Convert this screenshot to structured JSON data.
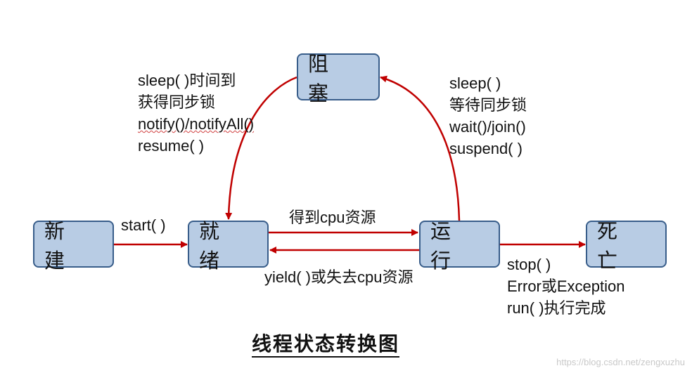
{
  "states": {
    "new": "新 建",
    "ready": "就 绪",
    "blocked": "阻 塞",
    "running": "运 行",
    "dead": "死 亡"
  },
  "transitions": {
    "new_to_ready": "start( )",
    "ready_to_running": "得到cpu资源",
    "running_to_ready": "yield( )或失去cpu资源",
    "running_to_blocked": [
      "sleep( )",
      "等待同步锁",
      "wait()/join()",
      "suspend( )"
    ],
    "blocked_to_ready": [
      "sleep( )时间到",
      "获得同步锁",
      "notify()/notifyAll()",
      "resume( )"
    ],
    "running_to_dead": [
      "stop( )",
      "Error或Exception",
      "run( )执行完成"
    ]
  },
  "title": "线程状态转换图",
  "watermark": "https://blog.csdn.net/zengxuzhu",
  "colors": {
    "box_fill": "#b8cce4",
    "box_border": "#385d8a",
    "arrow": "#c00000"
  }
}
